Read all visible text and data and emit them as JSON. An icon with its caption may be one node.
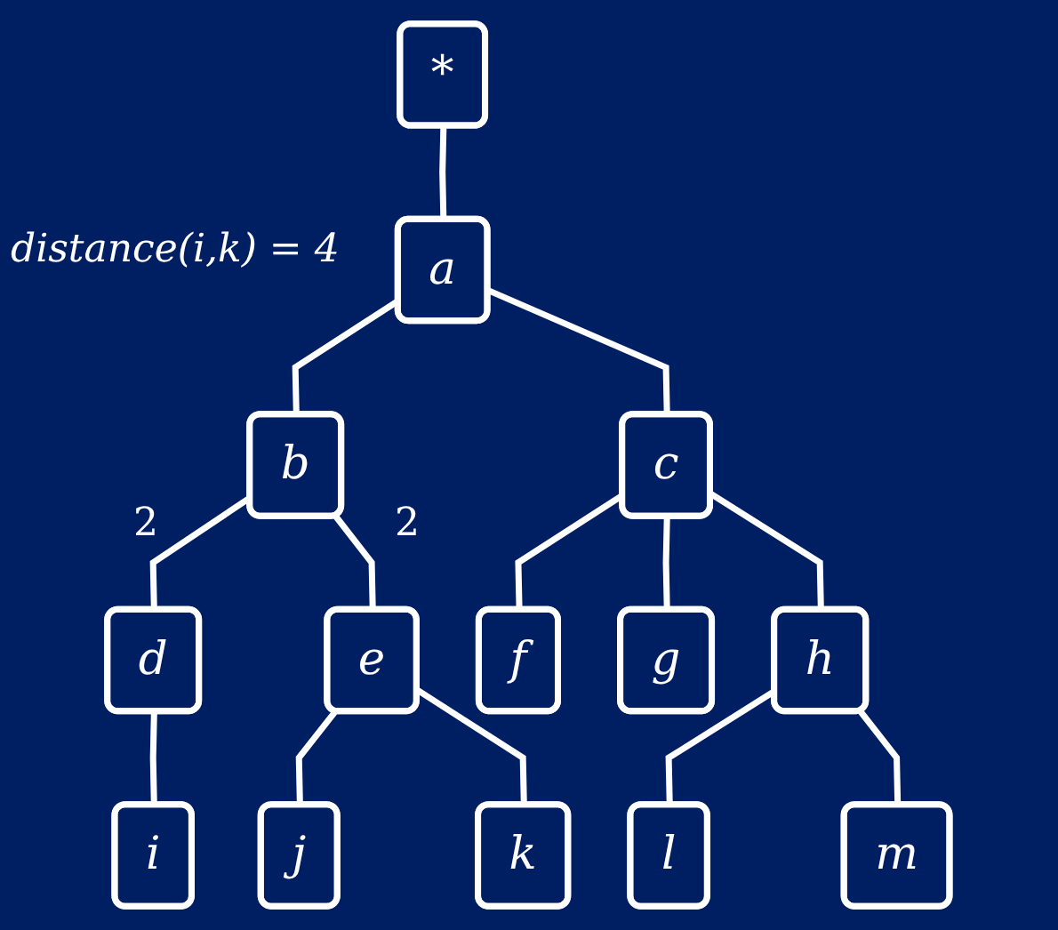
{
  "diagram": {
    "nodes": [
      {
        "text": [
          "*"
        ]
      },
      {
        "text": [
          "a"
        ]
      },
      {
        "text": [
          "b"
        ]
      },
      {
        "text": [
          "c"
        ]
      },
      {
        "text": [
          "d"
        ]
      },
      {
        "text": [
          "e"
        ]
      },
      {
        "text": [
          "f"
        ]
      },
      {
        "text": [
          "g"
        ]
      },
      {
        "text": [
          "h"
        ]
      },
      {
        "text": [
          "i"
        ]
      },
      {
        "text": [
          "j"
        ]
      },
      {
        "text": [
          "k"
        ]
      },
      {
        "text": [
          "l"
        ]
      },
      {
        "text": [
          "m"
        ]
      }
    ],
    "edges": [
      {
        "from": 0,
        "to": 1,
        "arrow": "none"
      },
      {
        "from": 1,
        "to": 2,
        "arrow": "none"
      },
      {
        "from": 1,
        "to": 3,
        "arrow": "none"
      },
      {
        "from": 2,
        "to": 4,
        "arrow": "none"
      },
      {
        "from": 2,
        "to": 5,
        "arrow": "none"
      },
      {
        "from": 3,
        "to": 6,
        "arrow": "none"
      },
      {
        "from": 3,
        "to": 7,
        "arrow": "none"
      },
      {
        "from": 3,
        "to": 8,
        "arrow": "none"
      },
      {
        "from": 4,
        "to": 9,
        "arrow": "none"
      },
      {
        "from": 5,
        "to": 10,
        "arrow": "none"
      },
      {
        "from": 5,
        "to": 11,
        "arrow": "none"
      },
      {
        "from": 8,
        "to": 12,
        "arrow": "none"
      },
      {
        "from": 8,
        "to": 13,
        "arrow": "none"
      }
    ],
    "labels": [
      "distance(i,k) = 4",
      "2",
      "2"
    ]
  }
}
